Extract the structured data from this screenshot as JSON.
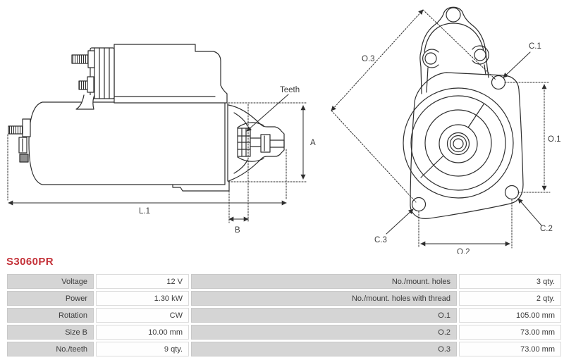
{
  "part_number": "S3060PR",
  "colors": {
    "accent": "#c43239",
    "line": "#2e2e2e",
    "cell_gray": "#d5d5d5"
  },
  "diagram": {
    "side_view": {
      "teeth": "Teeth",
      "dim_a": "A",
      "dim_b": "B",
      "dim_l1": "L.1"
    },
    "end_view": {
      "dim_o1": "O.1",
      "dim_o2": "O.2",
      "dim_o3": "O.3",
      "hole_c1": "C.1",
      "hole_c2": "C.2",
      "hole_c3": "C.3"
    }
  },
  "specs": {
    "left": [
      {
        "label": "Voltage",
        "value": "12 V"
      },
      {
        "label": "Power",
        "value": "1.30 kW"
      },
      {
        "label": "Rotation",
        "value": "CW"
      },
      {
        "label": "Size B",
        "value": "10.00 mm"
      },
      {
        "label": "No./teeth",
        "value": "9 qty."
      }
    ],
    "right": [
      {
        "label": "No./mount. holes",
        "value": "3 qty."
      },
      {
        "label": "No./mount. holes with thread",
        "value": "2 qty."
      },
      {
        "label": "O.1",
        "value": "105.00 mm"
      },
      {
        "label": "O.2",
        "value": "73.00 mm"
      },
      {
        "label": "O.3",
        "value": "73.00 mm"
      }
    ]
  }
}
